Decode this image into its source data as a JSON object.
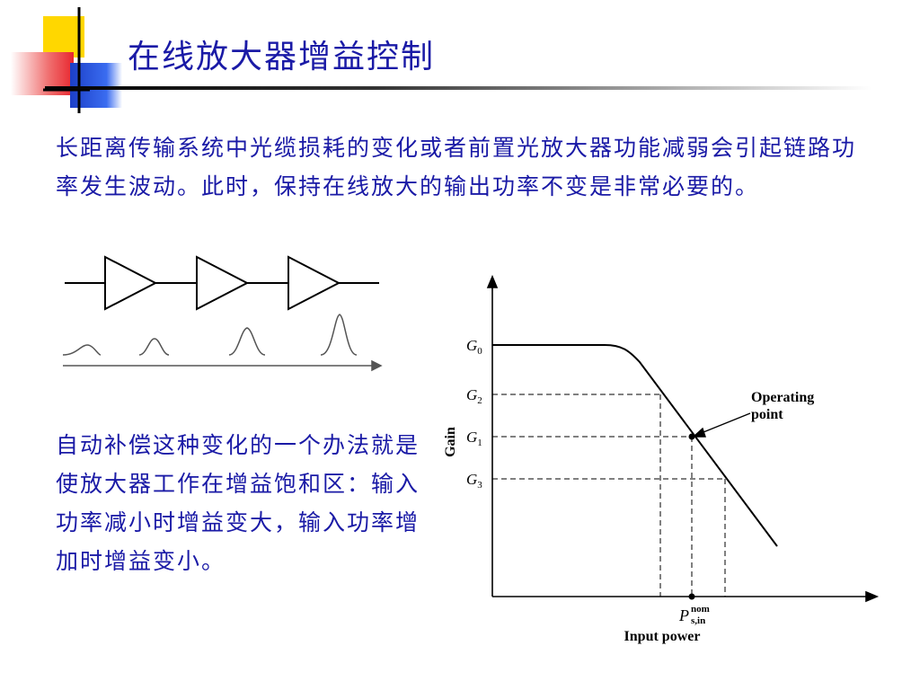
{
  "slide": {
    "title": "在线放大器增益控制",
    "paragraph1": "长距离传输系统中光缆损耗的变化或者前置光放大器功能减弱会引起链路功率发生波动。此时，保持在线放大的输出功率不变是非常必要的。",
    "paragraph2": "自动补偿这种变化的一个办法就是使放大器工作在增益饱和区：输入功率减小时增益变大，输入功率增加时增益变小。"
  },
  "colors": {
    "text": "#1a1aa6",
    "logo_yellow": "#ffd700",
    "logo_red": "#e8262e",
    "logo_blue": "#1c3fc7"
  },
  "amplifier_chain": {
    "amplifier_count": 3,
    "pulse_count": 4
  },
  "gain_graph": {
    "y_axis_label": "Gain",
    "x_axis_label": "Input power",
    "levels": {
      "G0": {
        "base": "G",
        "sub": "0"
      },
      "G2": {
        "base": "G",
        "sub": "2"
      },
      "G1": {
        "base": "G",
        "sub": "1"
      },
      "G3": {
        "base": "G",
        "sub": "3"
      }
    },
    "operating_point_line1": "Operating",
    "operating_point_line2": "point",
    "x_marker": {
      "base": "P",
      "sub": "s,in",
      "sup": "nom"
    }
  }
}
